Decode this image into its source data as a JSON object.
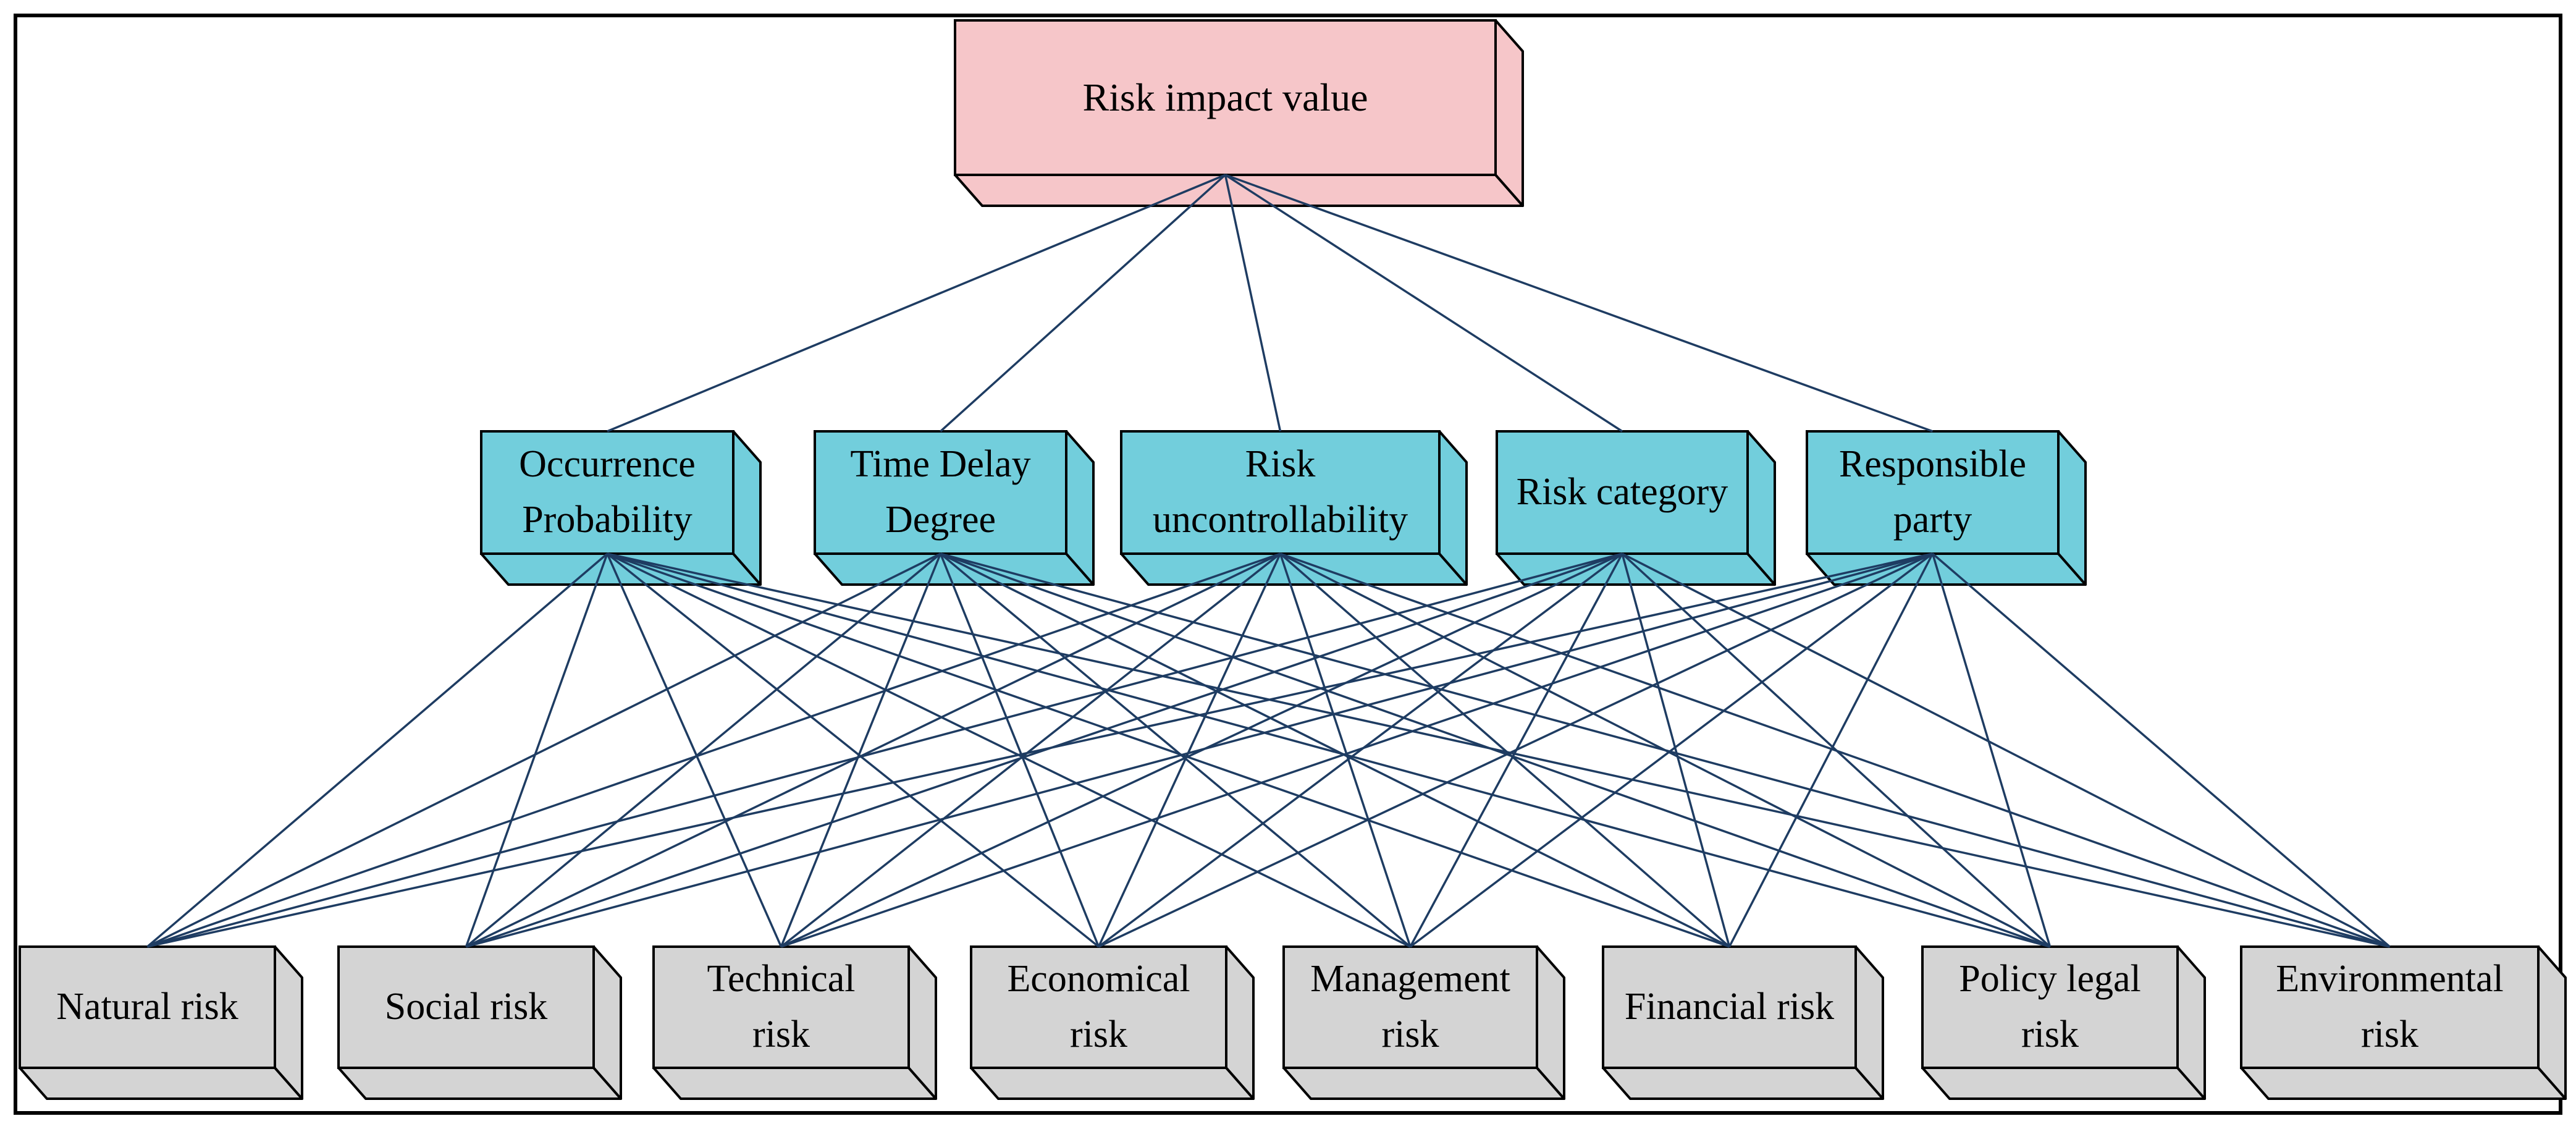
{
  "diagram": {
    "goal": {
      "label": "Risk impact value"
    },
    "criteria": [
      {
        "label": "Occurrence\nProbability"
      },
      {
        "label": "Time Delay\nDegree"
      },
      {
        "label": "Risk\nuncontrollability"
      },
      {
        "label": "Risk category"
      },
      {
        "label": "Responsible\nparty"
      }
    ],
    "risks": [
      {
        "label": "Natural risk"
      },
      {
        "label": "Social risk"
      },
      {
        "label": "Technical\nrisk"
      },
      {
        "label": "Economical\nrisk"
      },
      {
        "label": "Management\nrisk"
      },
      {
        "label": "Financial risk"
      },
      {
        "label": "Policy legal\nrisk"
      },
      {
        "label": "Environmental\nrisk"
      }
    ],
    "connections": {
      "goal_to_criteria": "complete",
      "criteria_to_risks": "complete"
    },
    "colors": {
      "goal_fill": "#F6C6C9",
      "criteria_fill": "#72CEDC",
      "risk_fill": "#D4D4D4",
      "edge_line": "#1E3C62",
      "box_border": "#000000",
      "frame_border": "#000000",
      "background": "#FFFFFF"
    }
  }
}
